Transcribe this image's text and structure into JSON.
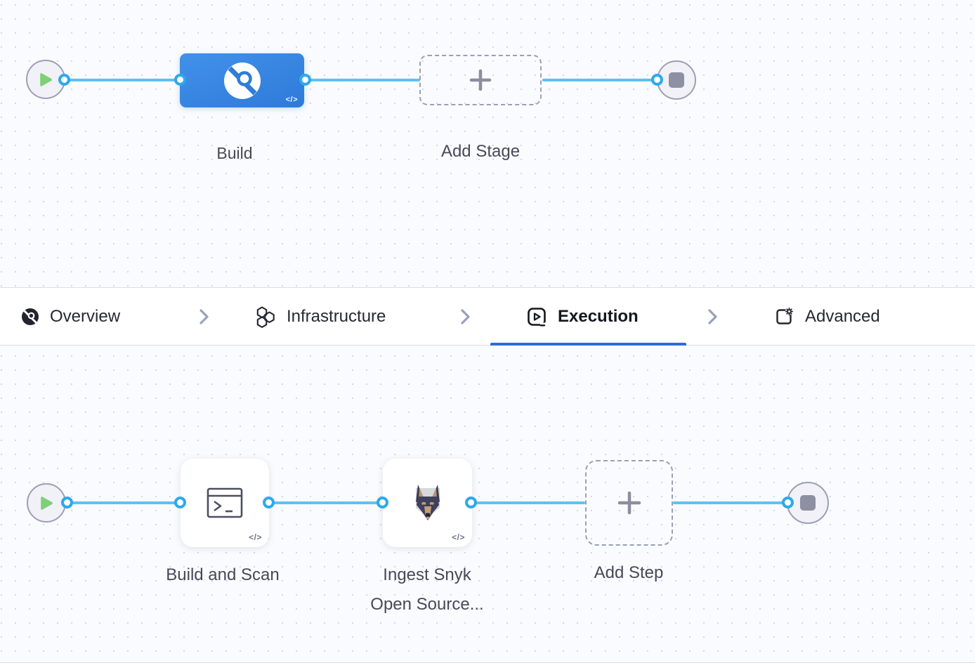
{
  "stage_flow": {
    "stage": {
      "label": "Build",
      "code_badge": "</>",
      "icon": "ci-build-icon",
      "color": "#3284e2"
    },
    "add_stage": {
      "label": "Add Stage",
      "icon": "plus-icon"
    }
  },
  "tab_bar": {
    "tabs": [
      {
        "label": "Overview",
        "icon": "ci-build-icon",
        "active": false
      },
      {
        "label": "Infrastructure",
        "icon": "hexagons-icon",
        "active": false
      },
      {
        "label": "Execution",
        "icon": "play-square-icon",
        "active": true
      },
      {
        "label": "Advanced",
        "icon": "square-gear-icon",
        "active": false
      }
    ],
    "separator_icon": "chevron-right-icon",
    "active_tab": "Execution",
    "active_underline_color": "#2e6bd6"
  },
  "execution_flow": {
    "steps": [
      {
        "label": "Build and Scan",
        "icon": "terminal-icon",
        "code_badge": "</>"
      },
      {
        "label_line1": "Ingest Snyk",
        "label_line2": "Open Source...",
        "icon": "snyk-doberman-icon",
        "code_badge": "</>"
      }
    ],
    "add_step": {
      "label": "Add Step",
      "icon": "plus-icon"
    }
  },
  "flow_controls": {
    "start_icon": "play-triangle-icon",
    "end_icon": "stop-square-icon"
  },
  "colors": {
    "canvas_background": "#fafbfe",
    "grid_dot": "#d5d6dd",
    "edge_blue": "#5fc1f2",
    "connector_ring_blue": "#2da9ed",
    "stage_node_blue_top": "#4191ea",
    "stage_node_blue_bottom": "#2e7ad9",
    "dashed_border": "#9aa0b4",
    "start_play_green": "#7ed077",
    "stop_square_gray": "#8d8fa3",
    "label_text": "#474859",
    "tab_text": "#262732",
    "active_tab_underline": "#2e6bd6"
  }
}
